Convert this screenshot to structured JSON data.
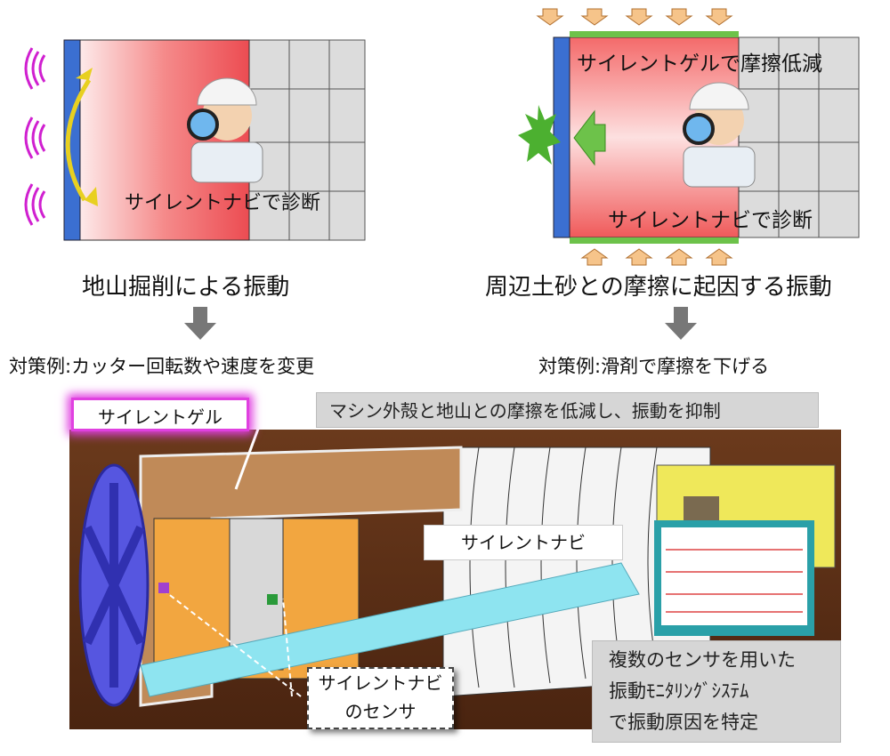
{
  "left_diagram": {
    "overlay_label": "サイレントナビで診断",
    "caption": "地山掘削による振動",
    "countermeasure": "対策例:カッター回転数や速度を変更"
  },
  "right_diagram": {
    "top_label": "サイレントゲルで摩擦低減",
    "overlay_label": "サイレントナビで診断",
    "caption": "周辺土砂との摩擦に起因する振動",
    "countermeasure": "対策例:滑剤で摩擦を下げる"
  },
  "bottom": {
    "gel_label": "サイレントゲル",
    "gel_description": "マシン外殻と地山との摩擦を低減し、振動を抑制",
    "navi_label": "サイレントナビ",
    "sensor_label_line1": "サイレントナビ",
    "sensor_label_line2": "のセンサ",
    "system_line1": "複数のセンサを用いた",
    "system_line2": "振動ﾓﾆﾀﾘﾝｸﾞｼｽﾃﾑ",
    "system_line3": "で振動原因を特定"
  },
  "colors": {
    "red_box": "#f06a6a",
    "plate": "#3b6fd1",
    "gel_green": "#6dc24a",
    "glow": "#e040e0",
    "soil": "#5a2e14"
  }
}
